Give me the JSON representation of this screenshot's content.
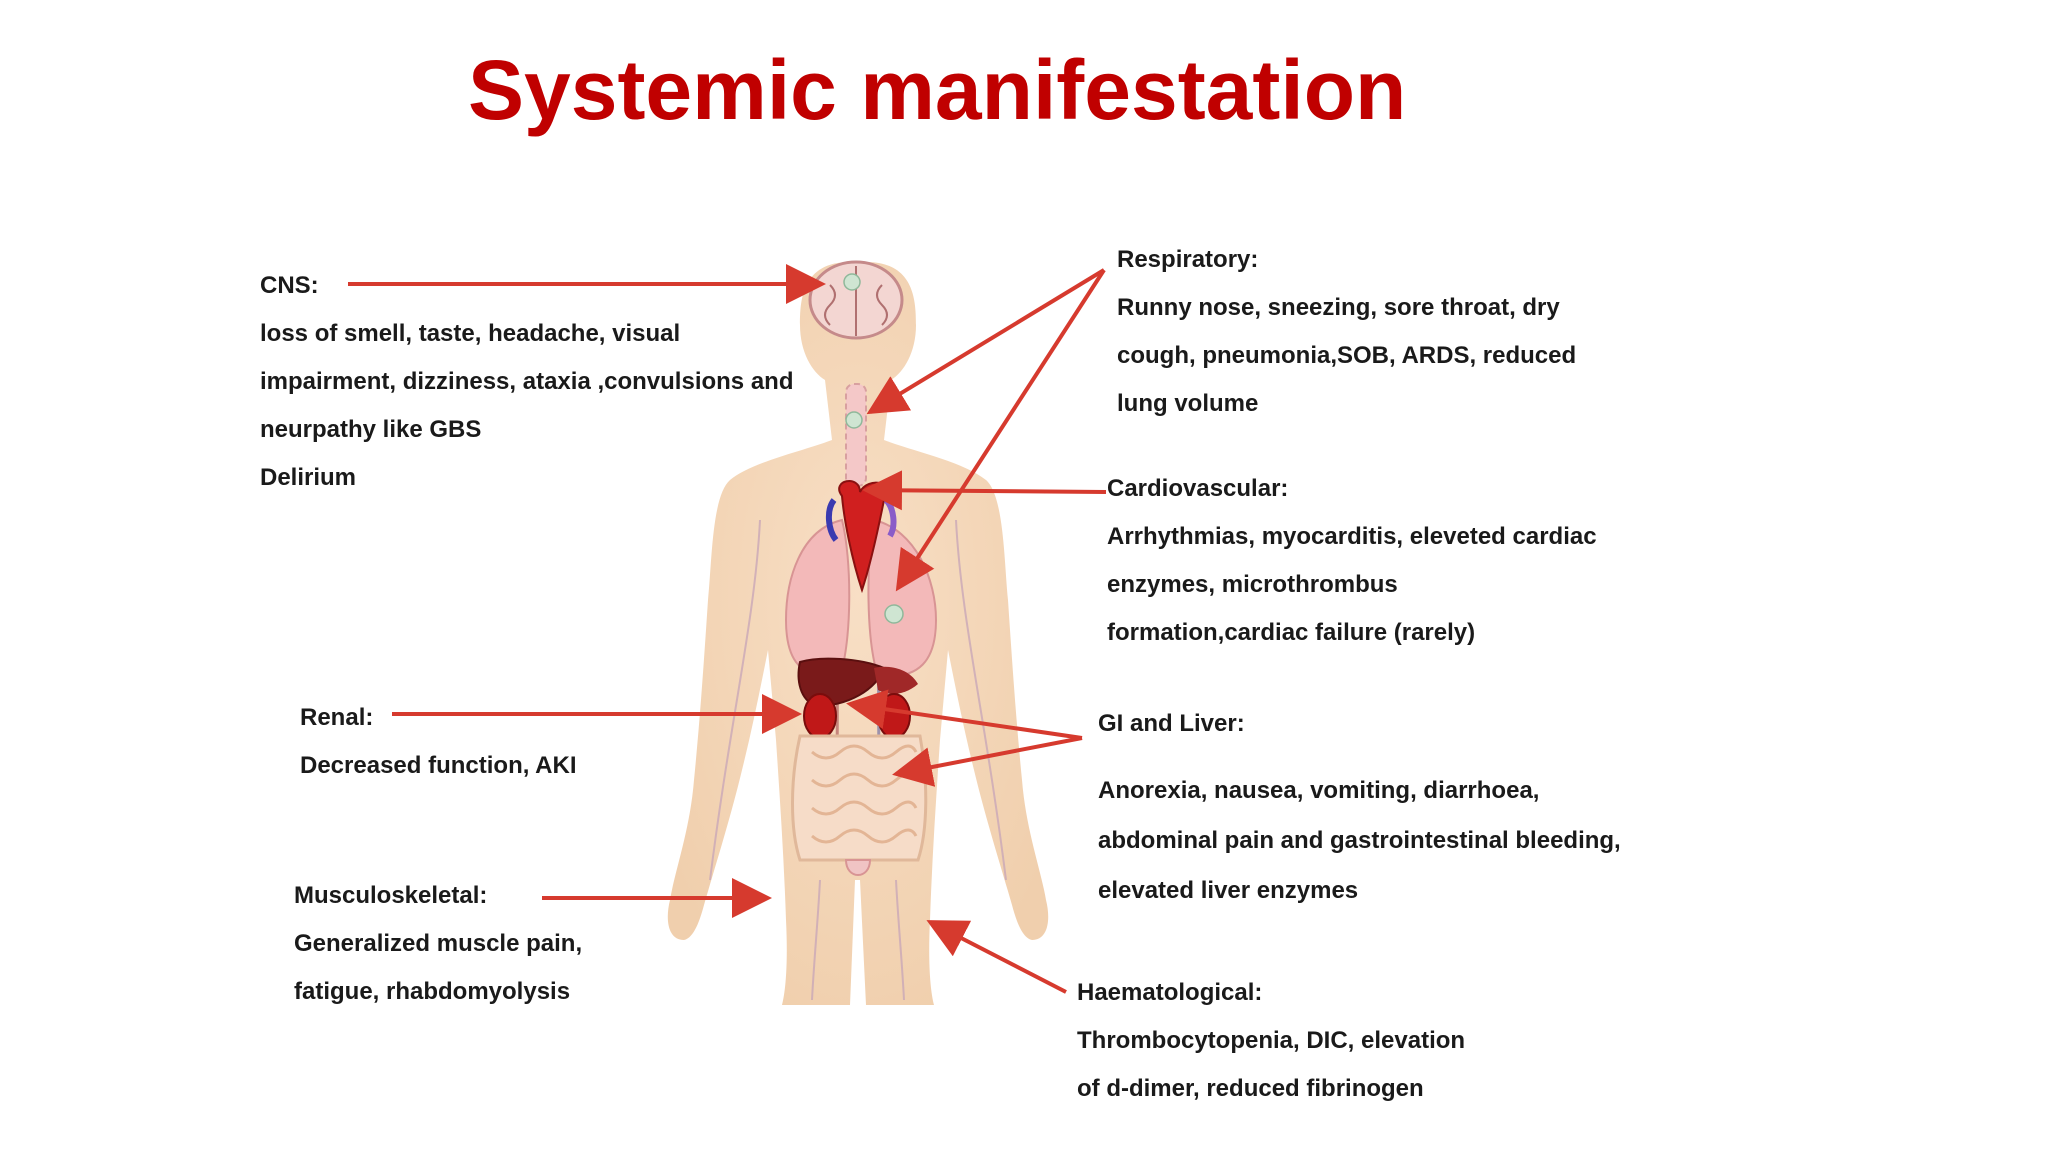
{
  "title": "Systemic manifestation",
  "colors": {
    "title": "#c00000",
    "arrow": "#d63a2e",
    "skin": "#f2d2b0",
    "lung": "#f2b8b8",
    "heart": "#d01f1f",
    "vein": "#3a3ab0",
    "kidney": "#c01818",
    "liver": "#7a1a1a",
    "intestine": "#f6dcc8"
  },
  "icons": [
    "human-body-icon",
    "brain-icon",
    "heart-icon",
    "lungs-icon",
    "liver-icon",
    "kidneys-icon",
    "intestines-icon"
  ],
  "labels": {
    "cns": {
      "heading": "CNS:",
      "lines": [
        "loss of smell, taste, headache, visual",
        "impairment, dizziness, ataxia ,convulsions and",
        "neurpathy like GBS",
        "Delirium"
      ]
    },
    "respiratory": {
      "heading": "Respiratory:",
      "lines": [
        "Runny nose, sneezing, sore throat, dry",
        "cough, pneumonia,SOB, ARDS, reduced",
        "lung volume"
      ]
    },
    "cardiovascular": {
      "heading": "Cardiovascular:",
      "lines": [
        "Arrhythmias, myocarditis, eleveted cardiac",
        "enzymes, microthrombus",
        "formation,cardiac failure (rarely)"
      ]
    },
    "renal": {
      "heading": "Renal:",
      "lines": [
        "Decreased function, AKI"
      ]
    },
    "gi_liver": {
      "heading": "GI and Liver:",
      "lines": [
        "Anorexia, nausea, vomiting, diarrhoea,",
        "abdominal pain and gastrointestinal bleeding,",
        "elevated liver enzymes"
      ]
    },
    "musculoskeletal": {
      "heading": "Musculoskeletal:",
      "lines": [
        "Generalized muscle pain,",
        "fatigue, rhabdomyolysis"
      ]
    },
    "haematological": {
      "heading": "Haematological:",
      "lines": [
        "Thrombocytopenia, DIC, elevation",
        "of d-dimer, reduced fibrinogen"
      ]
    }
  }
}
